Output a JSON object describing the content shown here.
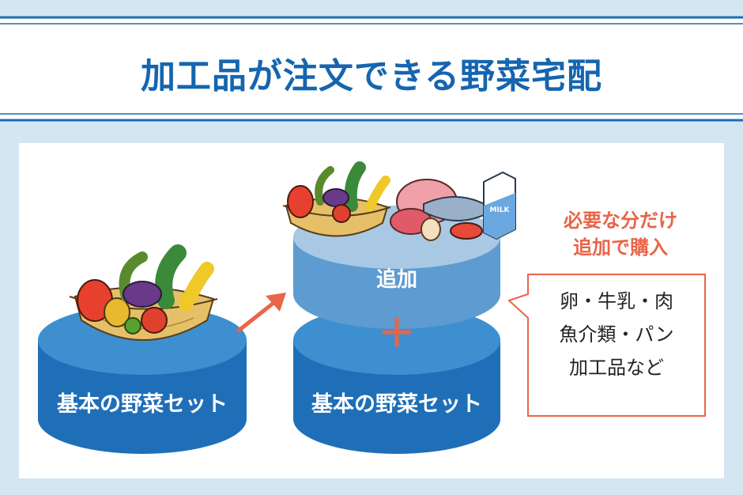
{
  "title": "加工品が注文できる野菜宅配",
  "left_stack": {
    "label": "基本の野菜セット"
  },
  "right_stack": {
    "top_label": "追加",
    "plus": "＋",
    "bottom_label": "基本の野菜セット"
  },
  "callout": {
    "headline": [
      "必要な分だけ",
      "追加で購入"
    ],
    "items": [
      "卵・牛乳・肉",
      "魚介類・パン",
      "加工品など"
    ]
  },
  "milk_label": "MILK",
  "colors": {
    "title_text": "#1565b0",
    "base_cylinder": "#1f6fb8",
    "base_cylinder_top": "#3d8fd0",
    "add_cylinder": "#5e9bd0",
    "add_cylinder_top": "#a9c8e4",
    "accent": "#ea6448",
    "background": "#d4e6f2"
  }
}
